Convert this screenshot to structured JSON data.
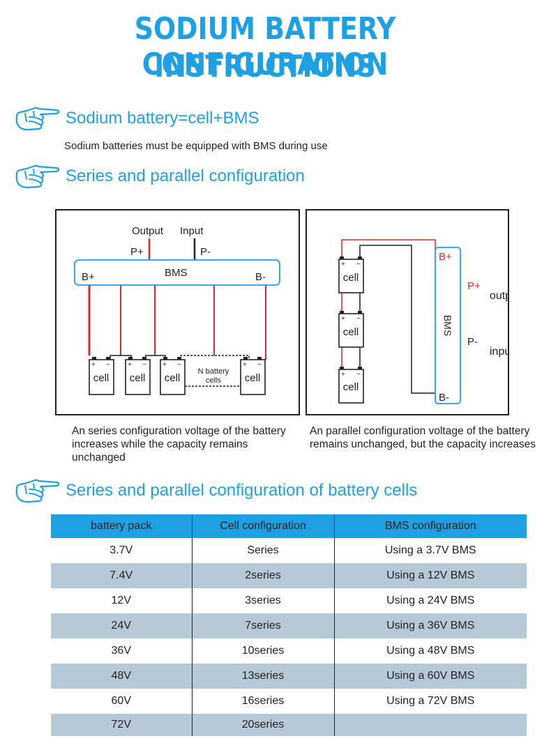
{
  "title": {
    "line1": "SODIUM BATTERY CONFIGURATION",
    "line2": "INSTRUCTIONS"
  },
  "sections": {
    "s1": {
      "heading": "Sodium battery=cell+BMS",
      "text": "Sodium batteries must be equipped with BMS during use"
    },
    "s2": {
      "heading": "Series and parallel configuration"
    },
    "s3": {
      "heading": "Series and parallel configuration of battery cells"
    }
  },
  "series_diagram": {
    "output_label": "Output",
    "input_label": "Input",
    "p_plus": "P+",
    "p_minus": "P-",
    "bms_label": "BMS",
    "b_plus": "B+",
    "b_minus": "B-",
    "cell_label": "cell",
    "plus_sign": "+",
    "minus_sign": "−",
    "n_cells_line1": "N battery",
    "n_cells_line2": "cells",
    "caption": "An series configuration voltage of the battery increases while the capacity remains unchanged"
  },
  "parallel_diagram": {
    "bms_label": "BMS",
    "b_plus": "B+",
    "b_minus": "B-",
    "p_plus": "P+",
    "p_minus": "P-",
    "output_label": "output",
    "input_label": "input",
    "cell_label": "cell",
    "plus_sign": "+",
    "minus_sign": "−",
    "caption": "An parallel configuration voltage of the battery remains unchanged, but the capacity increases"
  },
  "colors": {
    "accent_blue": "#1fa0e3",
    "wire_red": "#e02828",
    "row_alt": "#b7c9d6"
  },
  "table": {
    "headers": [
      "battery pack",
      "Cell configuration",
      "BMS configuration"
    ],
    "rows": [
      [
        "3.7V",
        "Series",
        "Using a 3.7V BMS"
      ],
      [
        "7.4V",
        "2series",
        "Using a 12V BMS"
      ],
      [
        "12V",
        "3series",
        "Using a 24V BMS"
      ],
      [
        "24V",
        "7series",
        "Using a 36V BMS"
      ],
      [
        "36V",
        "10series",
        "Using a 48V BMS"
      ],
      [
        "48V",
        "13series",
        "Using a 60V BMS"
      ],
      [
        "60V",
        "16series",
        "Using a 72V BMS"
      ],
      [
        "72V",
        "20series",
        ""
      ]
    ]
  }
}
